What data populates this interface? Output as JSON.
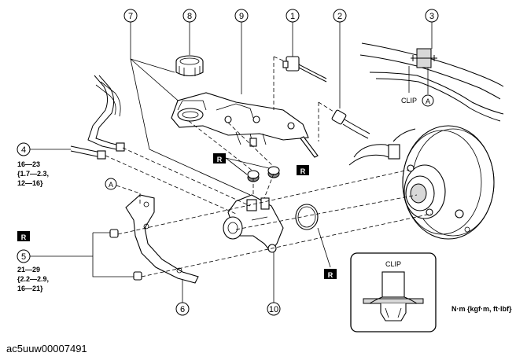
{
  "callouts": {
    "c1": "1",
    "c2": "2",
    "c3": "3",
    "c4": "4",
    "c5": "5",
    "c6": "6",
    "c7": "7",
    "c8": "8",
    "c9": "9",
    "c10": "10",
    "refA": "A"
  },
  "markers": {
    "r": "R"
  },
  "clip_label": "CLIP",
  "torque": {
    "t4": [
      "16—23",
      "{1.7—2.3,",
      "12—16}"
    ],
    "t5": [
      "21—29",
      "{2.2—2.9,",
      "16—21}"
    ]
  },
  "units_note": "N·m {kgf·m, ft·lbf}",
  "image_id": "ac5uuw00007491"
}
